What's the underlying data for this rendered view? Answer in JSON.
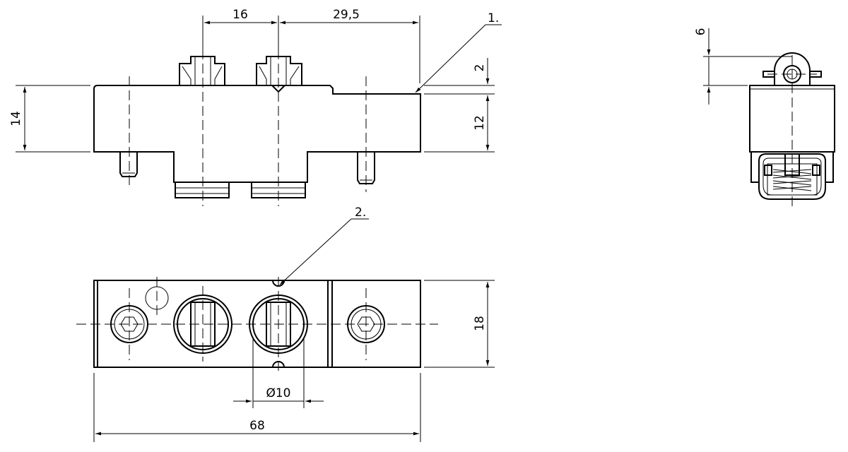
{
  "dimensions": {
    "front_top_pitch": "16",
    "front_top_span": "29,5",
    "front_height": "14",
    "front_step": "2",
    "front_body": "12",
    "top_width": "18",
    "top_bore": "Ø10",
    "top_length": "68",
    "side_height": "6"
  },
  "callouts": {
    "item1": "1.",
    "item2": "2."
  }
}
